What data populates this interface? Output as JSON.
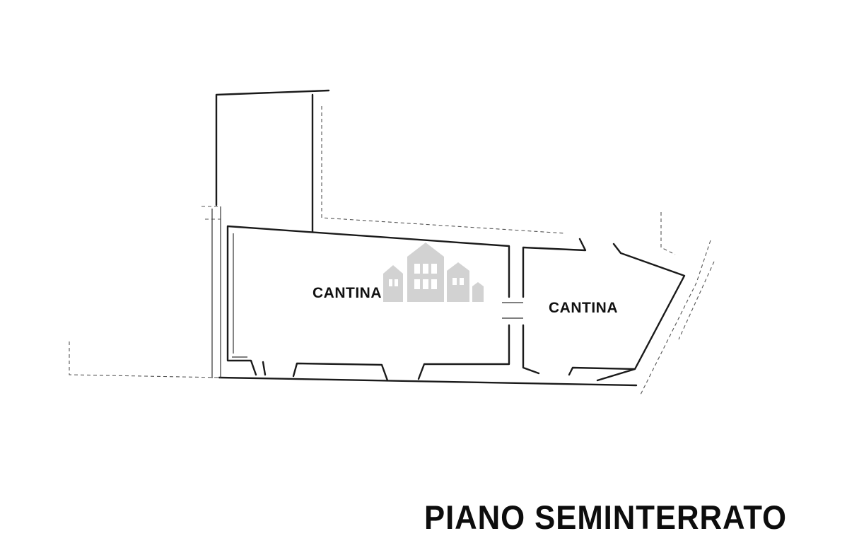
{
  "plan": {
    "rooms": [
      {
        "label": "CANTINA"
      },
      {
        "label": "CANTINA"
      }
    ],
    "title": "PIANO SEMINTERRATO"
  },
  "watermark": {
    "icon": "house-logo-icon",
    "color": "#808080"
  }
}
